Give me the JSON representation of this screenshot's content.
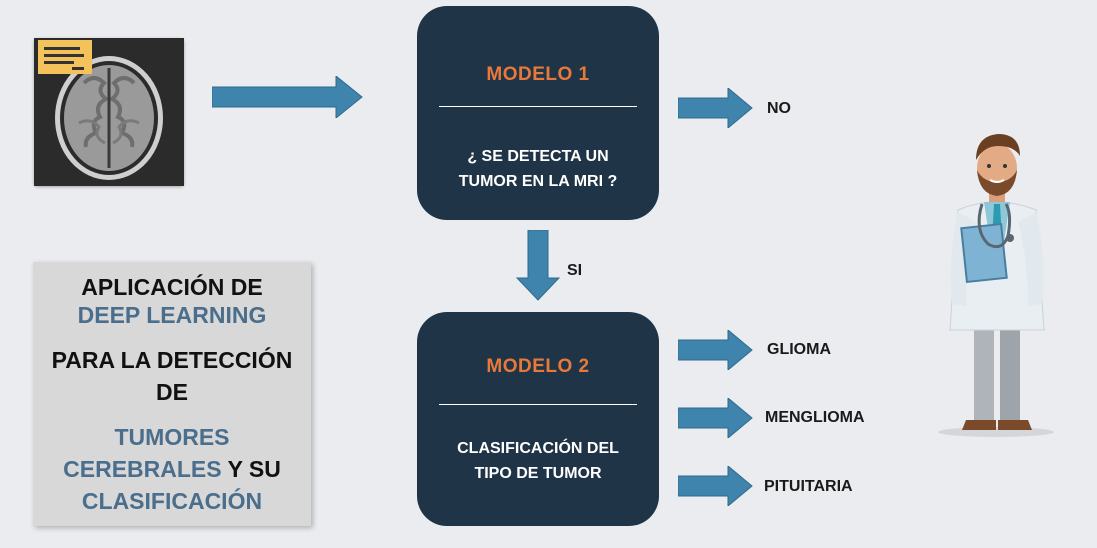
{
  "colors": {
    "background": "#eaecef",
    "box_fill": "#1f3547",
    "model_title": "#e8793a",
    "arrow": "#3f84ac",
    "title_dark": "#111111",
    "title_blue": "#4a6e8c",
    "card": "#d8d8d9"
  },
  "icons": [
    "mri-scan-icon",
    "doctor-illustration"
  ],
  "model1": {
    "title": "MODELO 1",
    "divider": "__________________",
    "question_line1": "¿ SE DETECTA UN",
    "question_line2": "TUMOR EN LA MRI ?"
  },
  "model2": {
    "title": "MODELO 2",
    "divider": "__________________",
    "desc_line1": "CLASIFICACIÓN DEL",
    "desc_line2": "TIPO DE TUMOR"
  },
  "labels": {
    "no": "NO",
    "si": "SI"
  },
  "outputs": [
    "GLIOMA",
    "MENGLIOMA",
    "PITUITARIA"
  ],
  "title_card": {
    "line1": "APLICACIÓN DE",
    "line2": "DEEP LEARNING",
    "line3": "PARA LA DETECCIÓN",
    "line4": "DE",
    "line5": "TUMORES",
    "line6a": "CEREBRALES",
    "line6b": " Y SU",
    "line7": "CLASIFICACIÓN"
  }
}
